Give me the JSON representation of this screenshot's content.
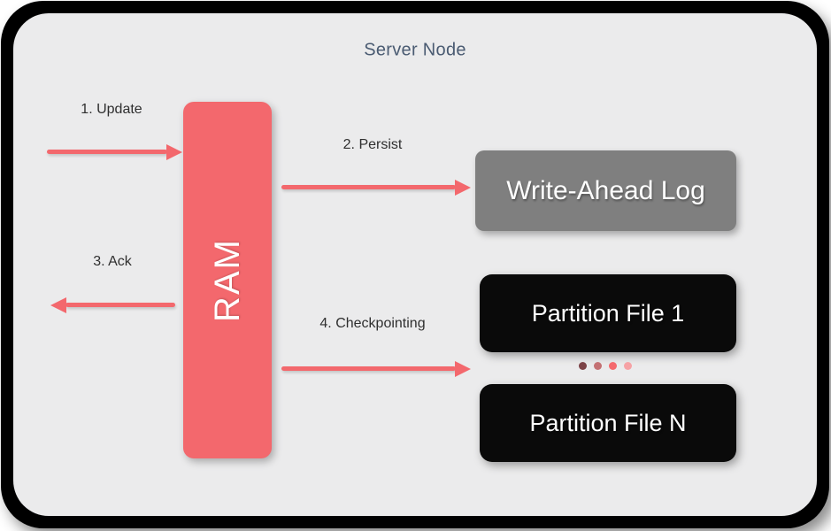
{
  "diagram": {
    "title": "Server Node"
  },
  "nodes": {
    "ram": {
      "label": "RAM"
    },
    "wal": {
      "label": "Write-Ahead Log"
    },
    "partition_1": {
      "label": "Partition File 1"
    },
    "partition_n": {
      "label": "Partition File N"
    }
  },
  "flows": [
    {
      "step": "1. Update",
      "direction": "right"
    },
    {
      "step": "2. Persist",
      "direction": "right"
    },
    {
      "step": "3. Ack",
      "direction": "left"
    },
    {
      "step": "4. Checkpointing",
      "direction": "right"
    }
  ],
  "ellipsis": {
    "dot_colors": [
      "#7c4347",
      "#c47173",
      "#f4696d",
      "#f6a2a5"
    ]
  },
  "colors": {
    "accent": "#f3686d",
    "panel_background": "#ebebec",
    "frame": "#000000",
    "title_text": "#4a5b72",
    "label_text": "#2f2f2f",
    "box_text": "#ffffff",
    "wal_box": "#7f7f7f",
    "partition_box": "#0a0a0a"
  }
}
